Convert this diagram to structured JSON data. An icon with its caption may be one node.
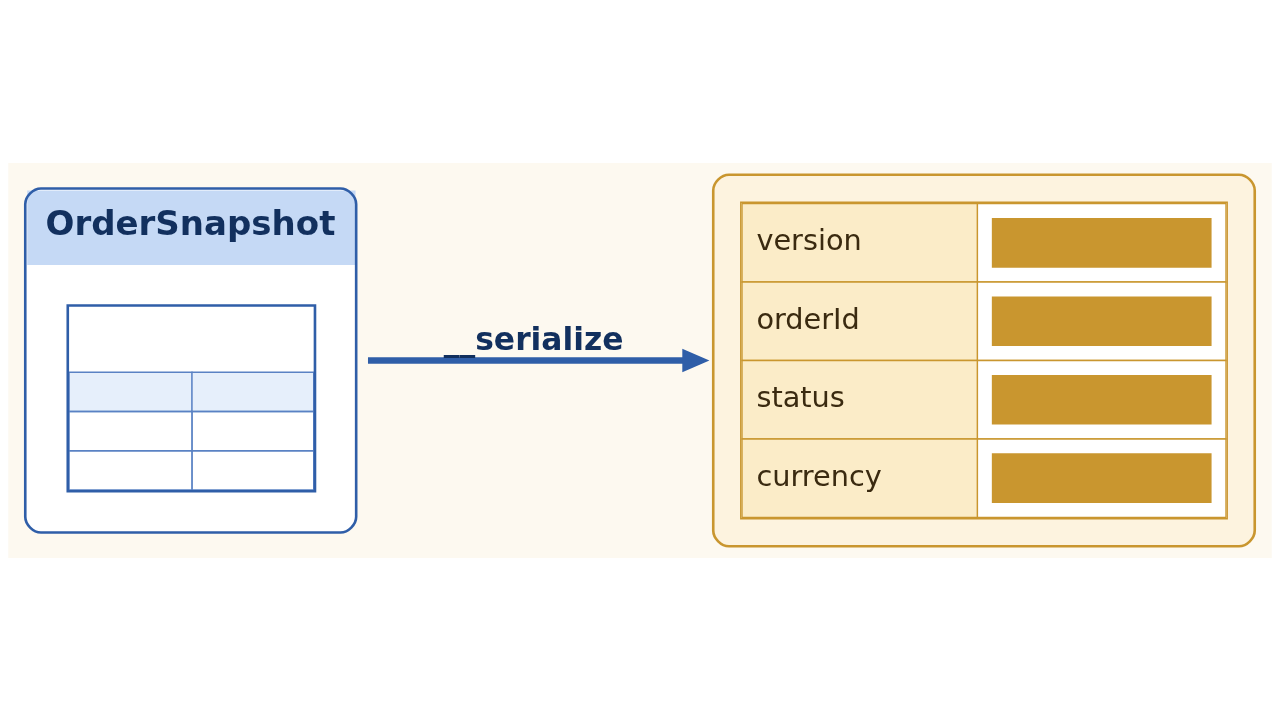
{
  "diagram": {
    "nodes": [
      {
        "text": [
          "OrderSnapshot"
        ]
      },
      {
        "text": [
          "version",
          "orderId",
          "status",
          "currency"
        ]
      }
    ],
    "edges": [
      {
        "from": 0,
        "to": 1,
        "arrow": "to",
        "label": "__serialize"
      }
    ]
  }
}
